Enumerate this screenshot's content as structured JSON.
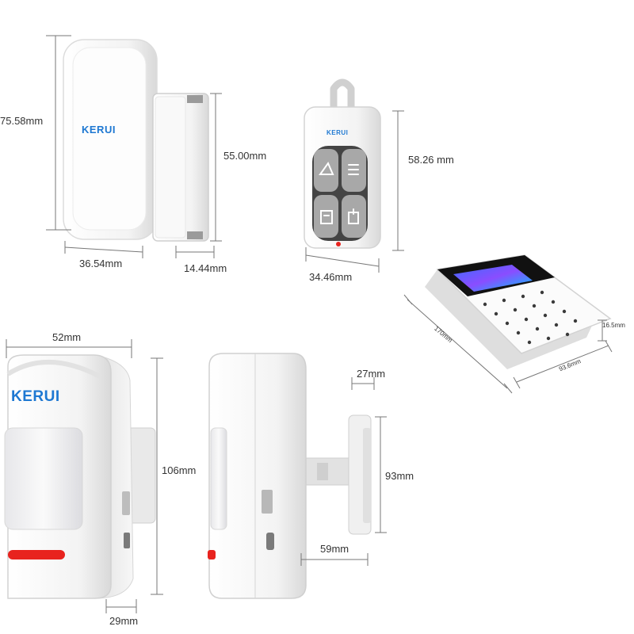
{
  "brand": {
    "name": "KERUI",
    "color": "#1e78d2"
  },
  "door_sensor": {
    "height_label": "75.58mm",
    "magnet_height_label": "55.00mm",
    "width_label": "36.54mm",
    "magnet_width_label": "14.44mm"
  },
  "remote": {
    "height_label": "58.26 mm",
    "width_label": "34.46mm",
    "buttons": [
      "arm-icon",
      "disarm-icon",
      "home-icon",
      "sos-icon"
    ]
  },
  "keypad": {
    "depth_label": "170mm",
    "width_label": "93.6mm",
    "thickness_label": "16.5mm"
  },
  "pir_sensor": {
    "width_label": "52mm",
    "height_label": "106mm",
    "depth_label": "29mm",
    "bracket_width_label": "27mm",
    "bracket_height_label": "93mm",
    "bracket_depth_label": "59mm",
    "led_color": "#e8231e"
  }
}
